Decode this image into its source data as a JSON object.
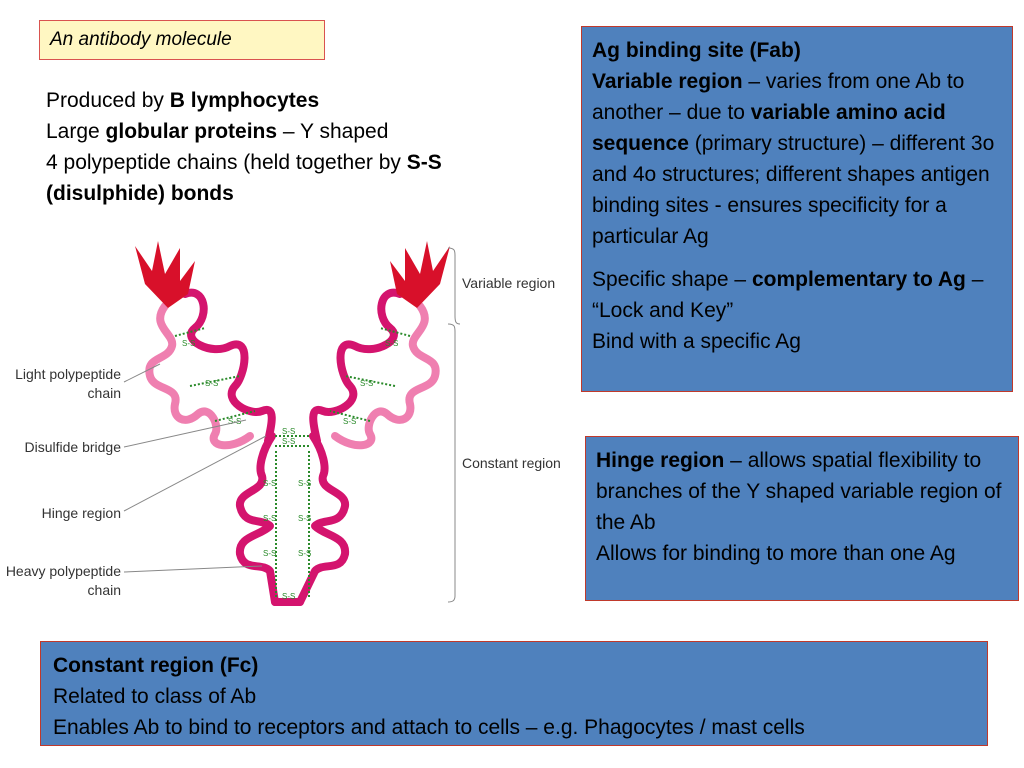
{
  "title": "An antibody molecule",
  "intro": {
    "line1_pre": "Produced by ",
    "line1_bold": "B lymphocytes",
    "line2_pre": "Large ",
    "line2_bold": "globular proteins",
    "line2_post": " – Y shaped",
    "line3_pre": "4 polypeptide chains (held together by ",
    "line3_bold": "S-S (disulphide) bonds"
  },
  "diagram": {
    "labels": {
      "variable_region": "Variable region",
      "constant_region": "Constant region",
      "light_chain_1": "Light polypeptide",
      "light_chain_2": "chain",
      "disulfide_bridge": "Disulfide bridge",
      "hinge_region": "Hinge region",
      "heavy_chain_1": "Heavy polypeptide",
      "heavy_chain_2": "chain"
    },
    "ss_label": "S-S",
    "colors": {
      "heavy": "#d4146e",
      "light": "#ef7fb0",
      "variable": "#d8102a",
      "bond": "#2a8a2a"
    }
  },
  "fab_box": {
    "heading": "Ag binding site (Fab)",
    "var_bold": "Variable region",
    "var_text1": " – varies from one Ab to another – due to ",
    "var_bold2": "variable amino acid sequence",
    "var_text2": " (primary structure) – different 3o and 4o structures; different shapes antigen binding sites - ensures specificity for a particular Ag",
    "spec_pre": "Specific shape – ",
    "spec_bold": "complementary to Ag",
    "spec_post": " – “Lock and Key”",
    "bind": "Bind with a specific Ag"
  },
  "hinge_box": {
    "bold": "Hinge region",
    "text1": " – allows spatial flexibility to branches of the Y shaped variable region of the Ab",
    "text2": "Allows for binding to more than one Ag"
  },
  "fc_box": {
    "heading": "Constant region (Fc)",
    "line1": "Related to class of Ab",
    "line2": "Enables Ab to bind to receptors and attach to cells – e.g.  Phagocytes / mast cells"
  }
}
